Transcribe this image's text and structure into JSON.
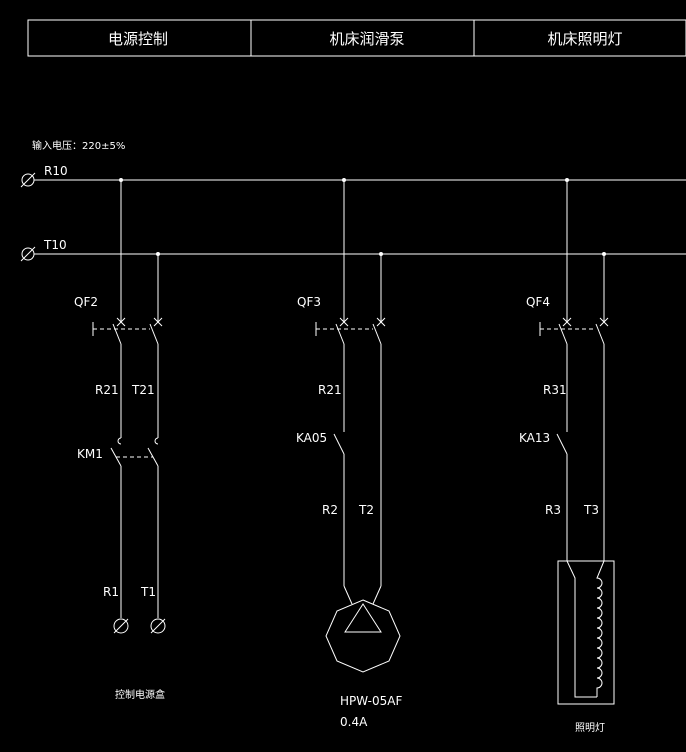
{
  "header": {
    "col1": "电源控制",
    "col2": "机床润滑泵",
    "col3": "机床照明灯"
  },
  "input_note": "输入电压：220±5%",
  "bus": {
    "top": "R10",
    "bottom": "T10"
  },
  "branch1": {
    "breaker": "QF2",
    "wire_left": "R21",
    "wire_right": "T21",
    "contactor": "KM1",
    "out_left": "R1",
    "out_right": "T1",
    "caption": "控制电源盒"
  },
  "branch2": {
    "breaker": "QF3",
    "wire_left": "R21",
    "relay": "KA05",
    "wire_r": "R2",
    "wire_t": "T2",
    "motor_model": "HPW-05AF",
    "motor_current": "0.4A"
  },
  "branch3": {
    "breaker": "QF4",
    "wire_left": "R31",
    "relay": "KA13",
    "wire_r": "R3",
    "wire_t": "T3",
    "caption": "照明灯"
  },
  "colors": {
    "background": "#000000",
    "line": "#ffffff"
  }
}
